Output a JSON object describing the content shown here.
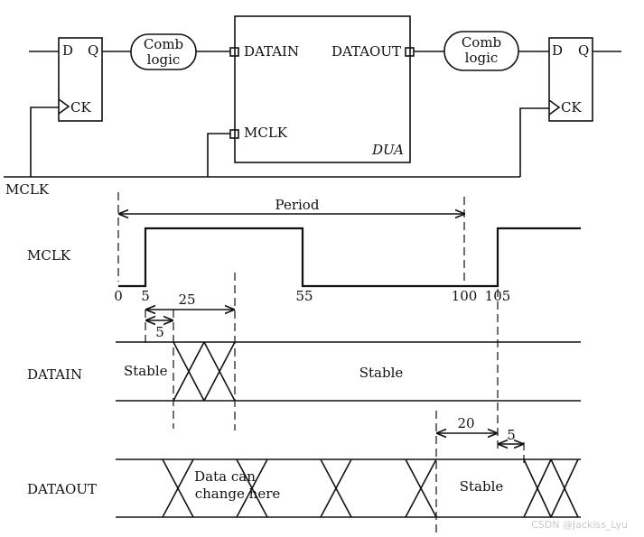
{
  "circuit": {
    "ff_left": {
      "d": "D",
      "q": "Q",
      "ck": "CK"
    },
    "ff_right": {
      "d": "D",
      "q": "Q",
      "ck": "CK"
    },
    "comb_left": {
      "line1": "Comb",
      "line2": "logic"
    },
    "comb_right": {
      "line1": "Comb",
      "line2": "logic"
    },
    "dua": {
      "datain": "DATAIN",
      "dataout": "DATAOUT",
      "mclk": "MCLK",
      "name": "DUA"
    },
    "clock_label": "MCLK"
  },
  "timing": {
    "period_label": "Period",
    "signals": {
      "mclk": "MCLK",
      "datain": "DATAIN",
      "dataout": "DATAOUT"
    },
    "ticks": {
      "t0": "0",
      "t5": "5",
      "t55": "55",
      "t100": "100",
      "t105": "105"
    },
    "intervals": {
      "i25": "25",
      "i5a": "5",
      "i20": "20",
      "i5b": "5"
    },
    "datain_stable_left": "Stable",
    "datain_stable_right": "Stable",
    "dataout_change_1": "Data can",
    "dataout_change_2": "change here",
    "dataout_stable": "Stable"
  },
  "watermark": "CSDN @Jackiss_Lyu"
}
